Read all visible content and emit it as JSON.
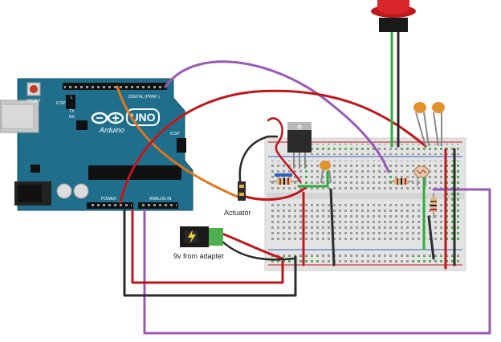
{
  "arduino": {
    "brand": "Arduino",
    "model": "UNO",
    "reset_label": "RESET",
    "icsp_label": "ICSP",
    "icsp2_label": "ICSP",
    "digital_header_label": "DIGITAL (PWM~)",
    "power_label": "POWER",
    "analog_label": "ANALOG IN",
    "led_labels": [
      "L",
      "TX",
      "RX"
    ],
    "board_color": "#1f6e8c"
  },
  "labels": {
    "actuator": "Actuator",
    "adapter": "9v from adapter"
  },
  "wire_colors": {
    "red": "#c0161c",
    "black": "#2b2b2b",
    "green": "#2fae3c",
    "purple": "#9b59b6",
    "orange": "#e2761b"
  },
  "components": [
    "push-button",
    "voltage-regulator",
    "ceramic-capacitor",
    "ceramic-capacitor",
    "ceramic-capacitor",
    "resistor",
    "resistor",
    "resistor",
    "photoresistor",
    "dc-barrel-jack",
    "breadboard"
  ]
}
